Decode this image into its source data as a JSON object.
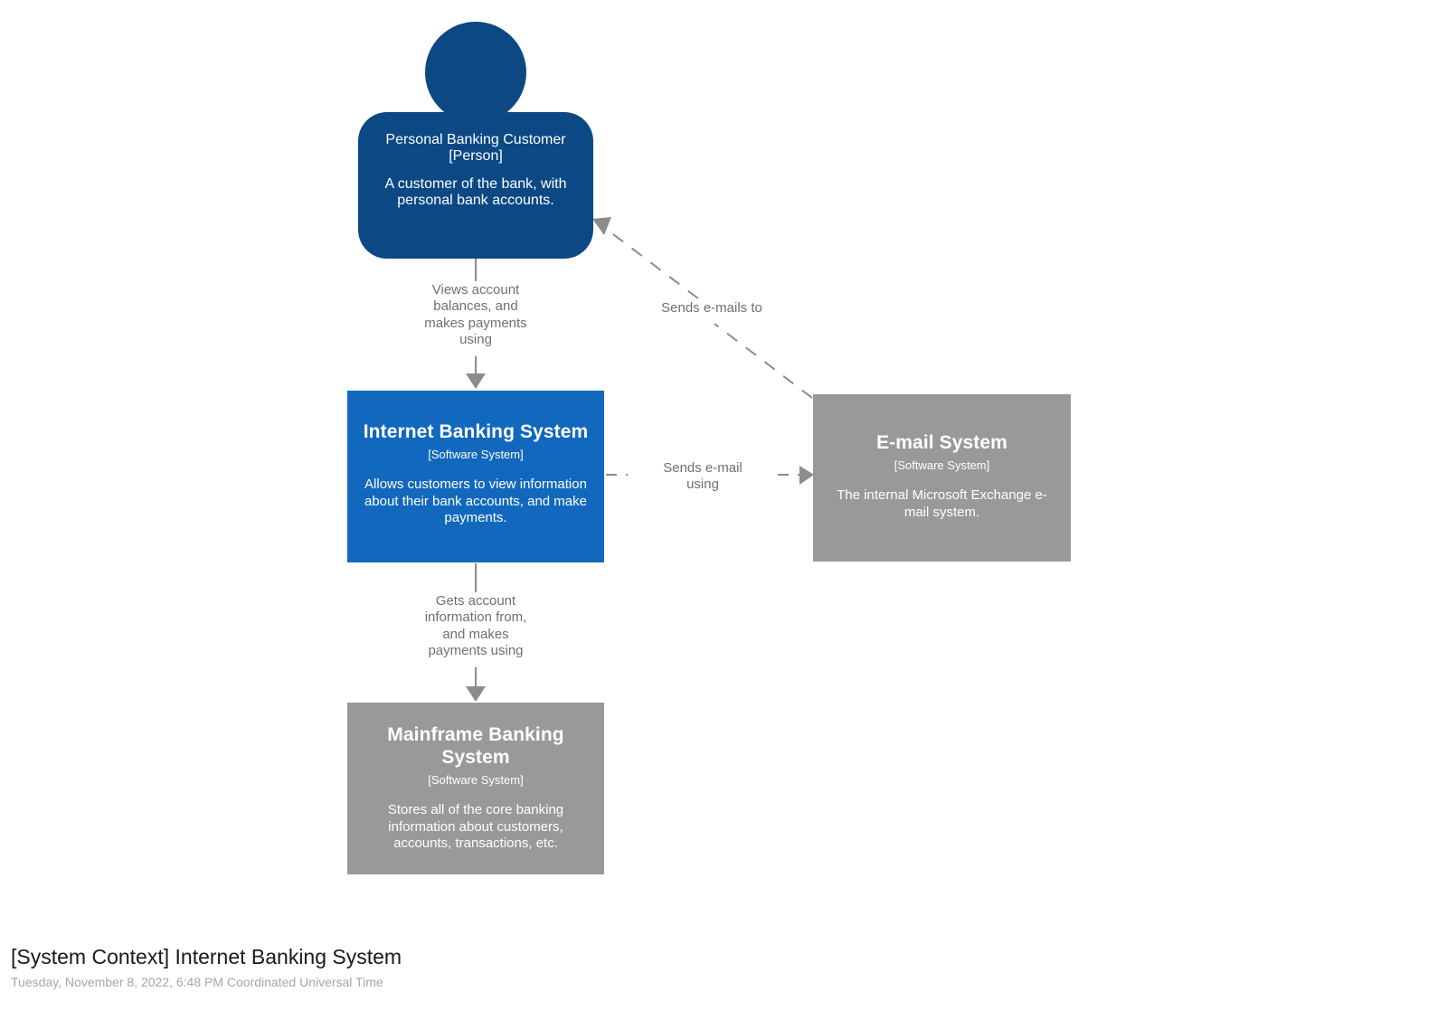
{
  "diagram": {
    "kind": "C4 System Context diagram",
    "nodes": [
      {
        "id": "personal-banking-customer",
        "shape": "person",
        "title": "Personal Banking Customer",
        "type": "[Person]",
        "description": "A customer of the bank, with personal bank accounts.",
        "color": "#0B4884",
        "text_color": "#ffffff"
      },
      {
        "id": "internet-banking-system",
        "shape": "box",
        "title": "Internet Banking System",
        "type": "[Software System]",
        "description": "Allows customers to view information about their bank accounts, and make payments.",
        "color": "#1168BD",
        "text_color": "#ffffff"
      },
      {
        "id": "email-system",
        "shape": "box",
        "title": "E-mail System",
        "type": "[Software System]",
        "description": "The internal Microsoft Exchange e-mail system.",
        "color": "#999999",
        "text_color": "#ffffff"
      },
      {
        "id": "mainframe-banking-system",
        "shape": "box",
        "title": "Mainframe Banking System",
        "type": "[Software System]",
        "description": "Stores all of the core banking information about customers, accounts, transactions, etc.",
        "color": "#999999",
        "text_color": "#ffffff"
      }
    ],
    "edges": [
      {
        "id": "customer-to-internet-banking",
        "from": "personal-banking-customer",
        "to": "internet-banking-system",
        "label": "Views account\nbalances, and\nmakes payments\nusing",
        "style": "solid",
        "color": "#707070"
      },
      {
        "id": "internet-banking-to-email",
        "from": "internet-banking-system",
        "to": "email-system",
        "label": "Sends e-mail\nusing",
        "style": "dashed",
        "color": "#707070"
      },
      {
        "id": "email-to-customer",
        "from": "email-system",
        "to": "personal-banking-customer",
        "label": "Sends e-mails to",
        "style": "dashed",
        "color": "#707070"
      },
      {
        "id": "internet-banking-to-mainframe",
        "from": "internet-banking-system",
        "to": "mainframe-banking-system",
        "label": "Gets account\ninformation from,\nand makes\npayments using",
        "style": "solid",
        "color": "#707070"
      }
    ]
  },
  "caption": {
    "title": "[System Context] Internet Banking System",
    "date": "Tuesday, November 8, 2022, 6:48 PM Coordinated Universal Time"
  }
}
